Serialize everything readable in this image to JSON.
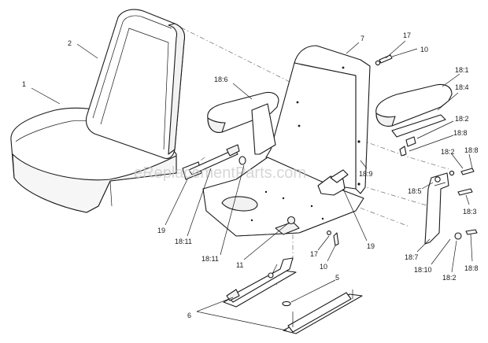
{
  "watermark": "eReplacementParts.com",
  "callouts": [
    {
      "id": "c1",
      "text": "1"
    },
    {
      "id": "c2",
      "text": "2"
    },
    {
      "id": "c7",
      "text": "7"
    },
    {
      "id": "c17a",
      "text": "17"
    },
    {
      "id": "c10a",
      "text": "10"
    },
    {
      "id": "c18-1",
      "text": "18:1"
    },
    {
      "id": "c18-4",
      "text": "18:4"
    },
    {
      "id": "c18-6",
      "text": "18:6"
    },
    {
      "id": "c18-2a",
      "text": "18:2"
    },
    {
      "id": "c18-8a",
      "text": "18:8"
    },
    {
      "id": "c18-2b",
      "text": "18:2"
    },
    {
      "id": "c18-8b",
      "text": "18:8"
    },
    {
      "id": "c18-9",
      "text": "18:9"
    },
    {
      "id": "c18-5",
      "text": "18:5"
    },
    {
      "id": "c18-3",
      "text": "18:3"
    },
    {
      "id": "c19a",
      "text": "19"
    },
    {
      "id": "c18-11a",
      "text": "18:11"
    },
    {
      "id": "c18-11b",
      "text": "18:11"
    },
    {
      "id": "c11",
      "text": "11"
    },
    {
      "id": "c17b",
      "text": "17"
    },
    {
      "id": "c10b",
      "text": "10"
    },
    {
      "id": "c19b",
      "text": "19"
    },
    {
      "id": "c18-7",
      "text": "18:7"
    },
    {
      "id": "c18-10",
      "text": "18:10"
    },
    {
      "id": "c18-2c",
      "text": "18:2"
    },
    {
      "id": "c18-8c",
      "text": "18:8"
    },
    {
      "id": "c5",
      "text": "5"
    },
    {
      "id": "c6",
      "text": "6"
    }
  ]
}
